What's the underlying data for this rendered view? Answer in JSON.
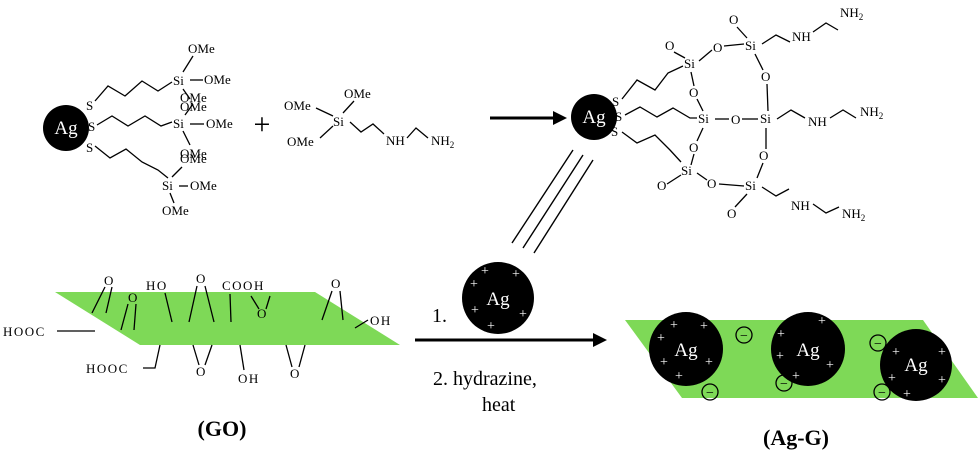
{
  "colors": {
    "graphene_sheet": "#7ed957",
    "particle": "#000000",
    "background": "#ffffff"
  },
  "labels": {
    "ag": "Ag",
    "s": "S",
    "si": "Si",
    "o": "O",
    "ome": "OMe",
    "nh": "NH",
    "nh2": "NH",
    "nh2_sub": "2",
    "plus": "+",
    "minus": "−",
    "oh": "OH",
    "ho": "HO",
    "hooc": "HOOC",
    "cooh": "COOH"
  },
  "steps": {
    "step1": "1.",
    "step2_line1": "2. hydrazine,",
    "step2_line2": "heat"
  },
  "captions": {
    "go": "(GO)",
    "ag_g": "(Ag-G)"
  }
}
